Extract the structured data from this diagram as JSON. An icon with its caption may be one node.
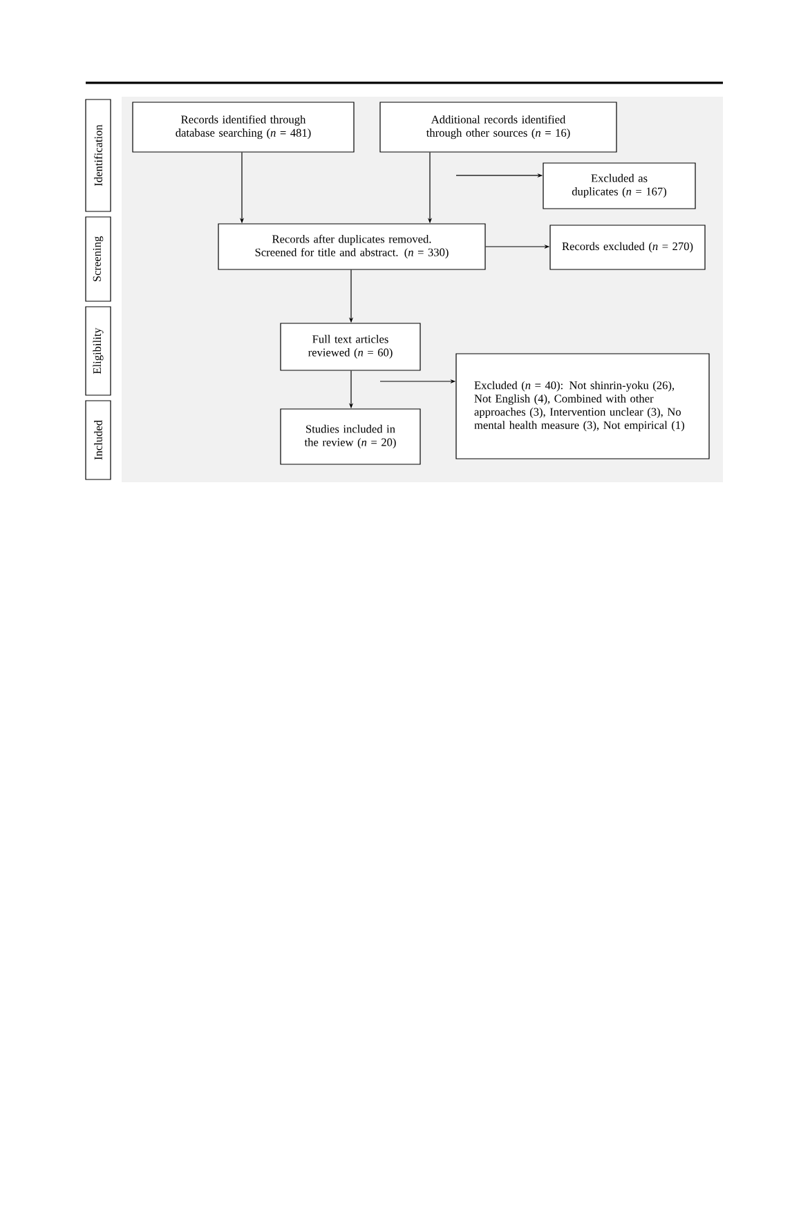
{
  "diagram": {
    "nodes": [
      {
        "text": [
          "Identification"
        ]
      },
      {
        "text": [
          "Screening"
        ]
      },
      {
        "text": [
          "Eligibility"
        ]
      },
      {
        "text": [
          "Included"
        ]
      },
      {
        "text": [
          "Records identified through database searching (*n* = 481)"
        ]
      },
      {
        "text": [
          "Additional records identified through other sources (*n* = 16)"
        ]
      },
      {
        "text": [
          "Excluded as duplicates (*n* = 167)"
        ]
      },
      {
        "text": [
          "Records after duplicates removed. Screened for title and abstract. (*n* = 330)"
        ]
      },
      {
        "text": [
          "Records excluded (*n* = 270)"
        ]
      },
      {
        "text": [
          "Full text articles reviewed (*n* = 60)"
        ]
      },
      {
        "text": [
          "Excluded (*n* = 40): Not shinrin-yoku (26), Not English (4), Combined with other approaches (3), Intervention unclear (3), No mental health measure (3), Not empirical (1)"
        ]
      },
      {
        "text": [
          "Studies included in the review (*n* = 20)"
        ]
      }
    ],
    "edges": [
      {
        "from": 4,
        "to": 7,
        "arrow": "to"
      },
      {
        "from": 5,
        "to": 7,
        "arrow": "to"
      },
      {
        "from": null,
        "to": 6,
        "arrow": "to"
      },
      {
        "from": 7,
        "to": 8,
        "arrow": "to"
      },
      {
        "from": 7,
        "to": 9,
        "arrow": "to"
      },
      {
        "from": 9,
        "to": 11,
        "arrow": "to"
      },
      {
        "from": 9,
        "to": 10,
        "arrow": "to"
      }
    ]
  }
}
